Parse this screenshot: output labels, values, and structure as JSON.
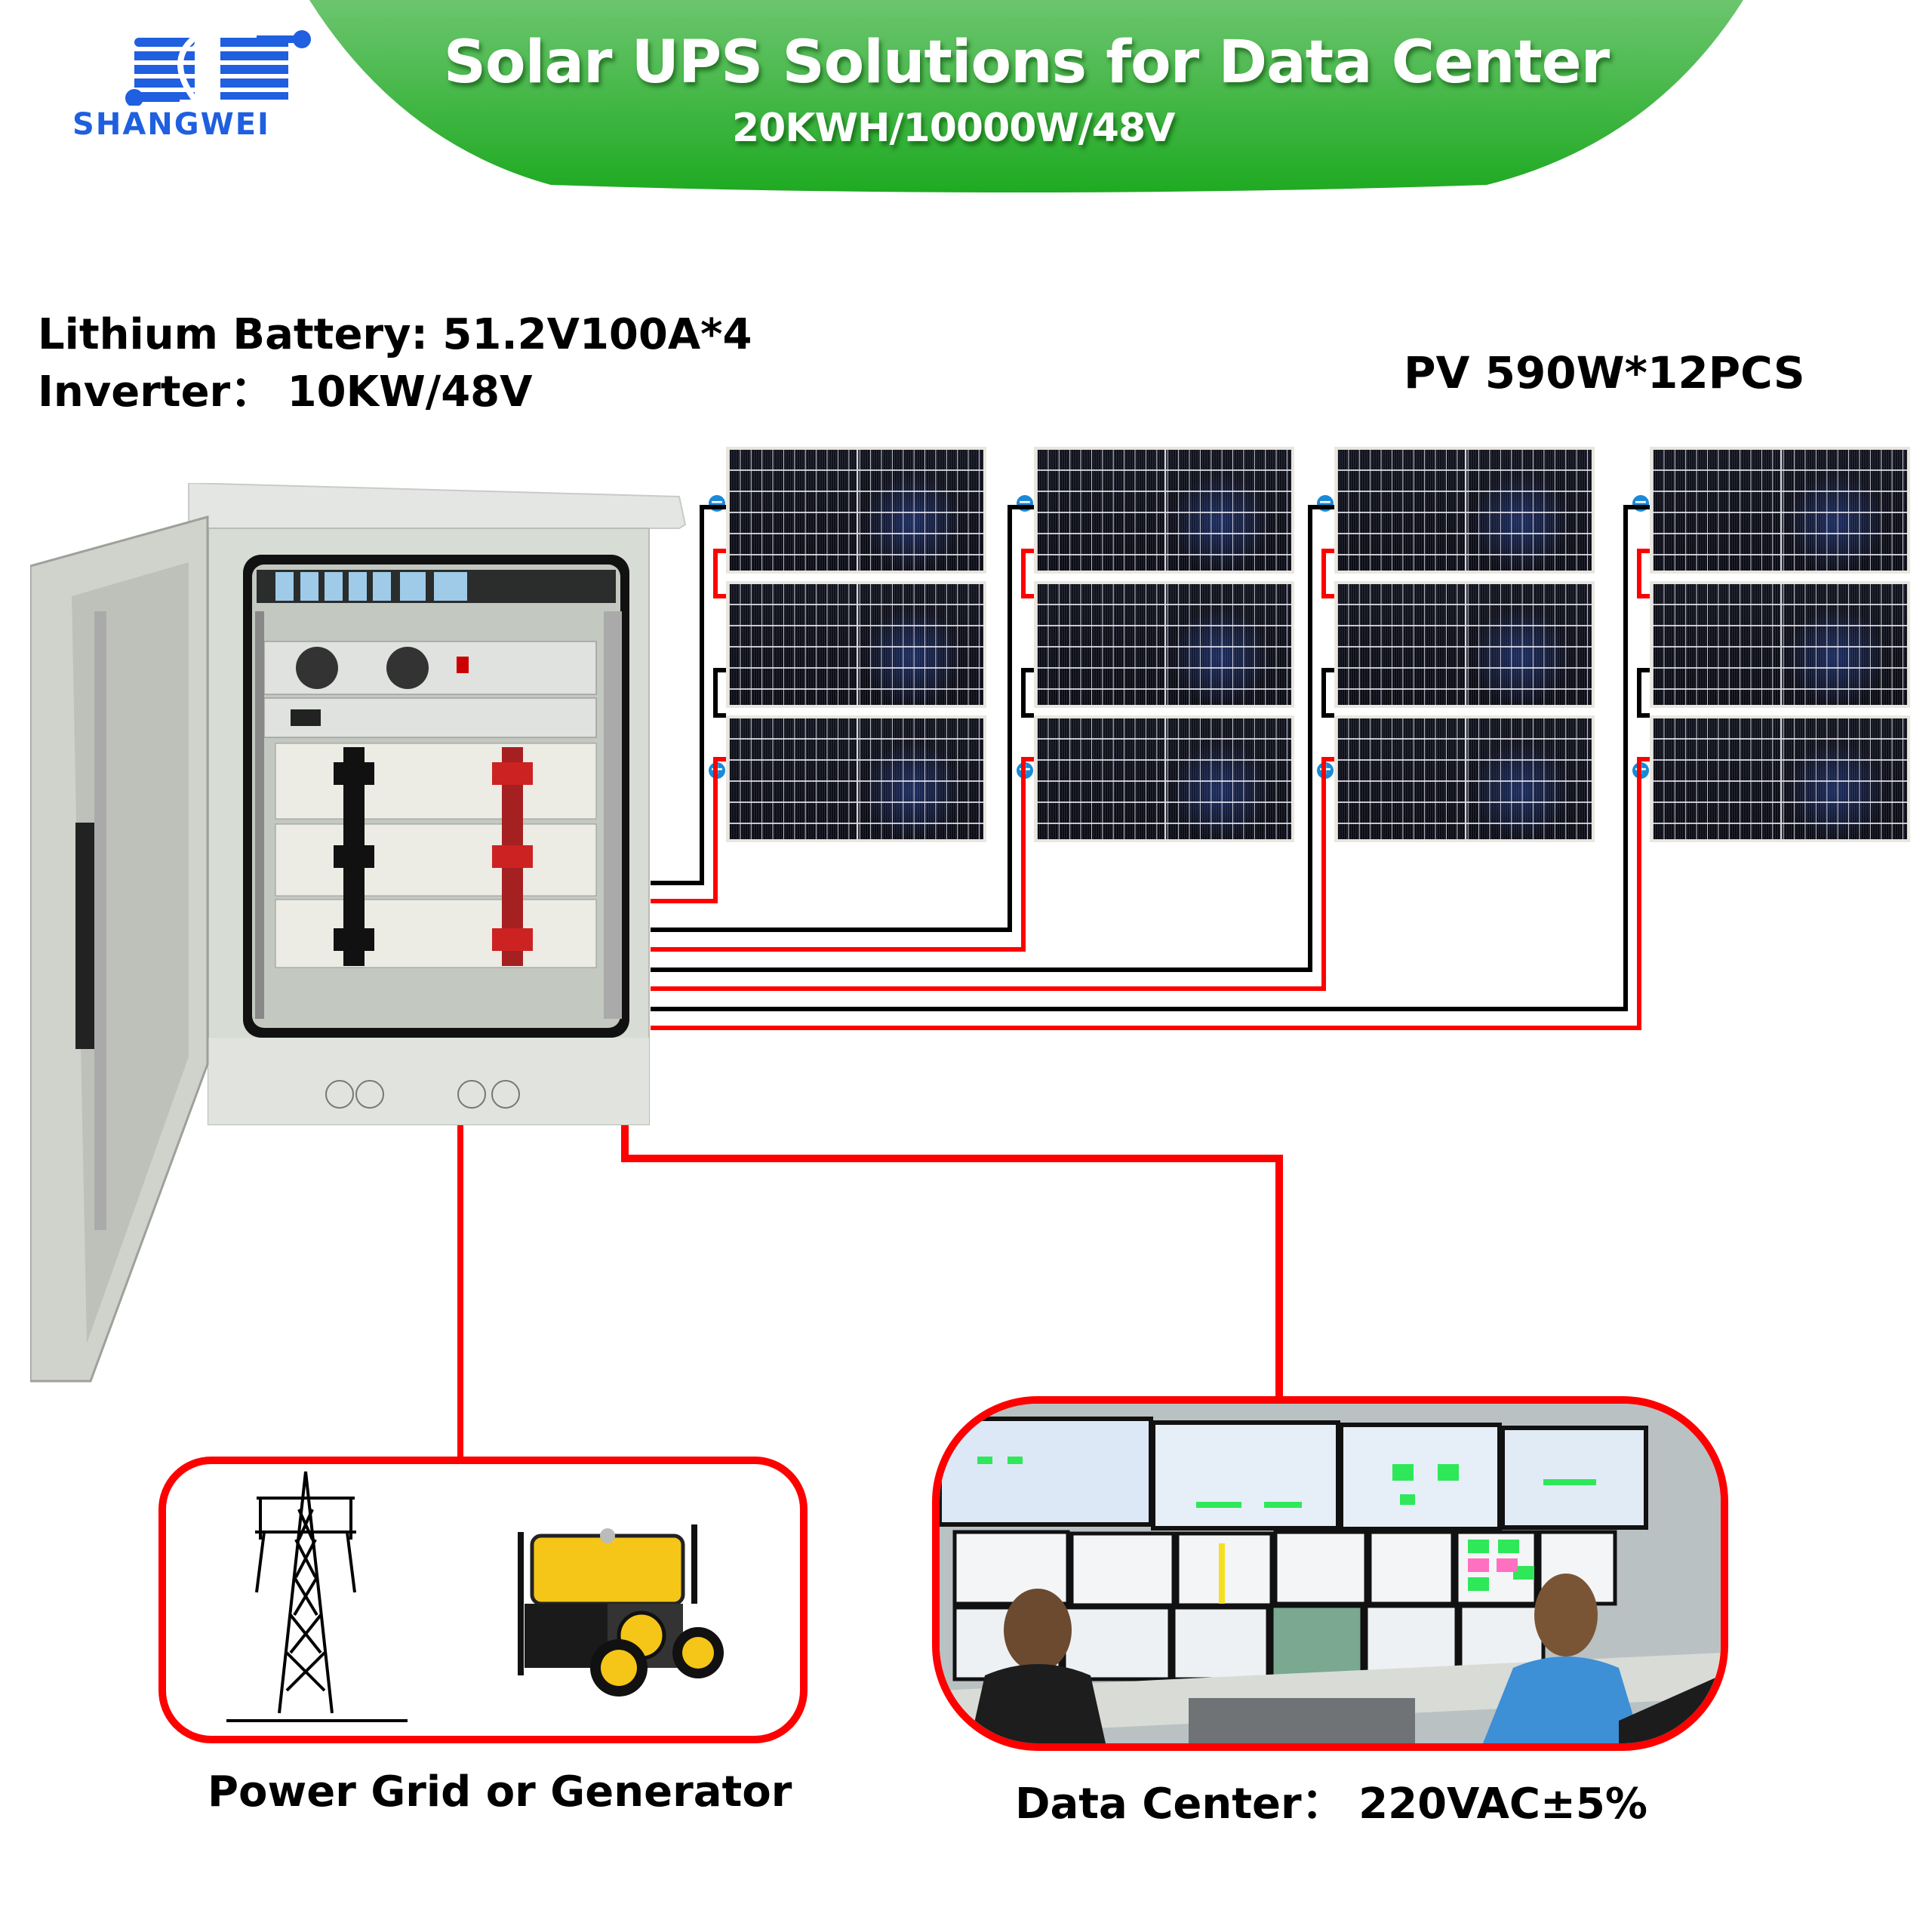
{
  "brand": {
    "logo_icon": "shangwei-sj-logo-icon",
    "name": "SHANGWEI",
    "color": "#1f5fe0"
  },
  "banner": {
    "title": "Solar UPS Solutions for Data Center",
    "subtitle": "20KWH/10000W/48V",
    "color_top": "#6cc56e",
    "color_bottom": "#1faa22"
  },
  "specs": {
    "battery": "Lithium Battery: 51.2V100A*4",
    "inverter": "Inverter： 10KW/48V",
    "pv": "PV 590W*12PCS"
  },
  "pv_array": {
    "strings": 4,
    "panels_per_string": 3,
    "panel_power_w": 590,
    "negative_symbol": "−",
    "positive_symbol": "+",
    "pole_color": "#1a8ad8"
  },
  "wiring": {
    "negative_color": "#000000",
    "positive_color": "#ff0000"
  },
  "nodes": {
    "cabinet": "ups-cabinet",
    "grid_label": "Power Grid or Generator",
    "datacenter_label": "Data Center： 220VAC±5%"
  }
}
